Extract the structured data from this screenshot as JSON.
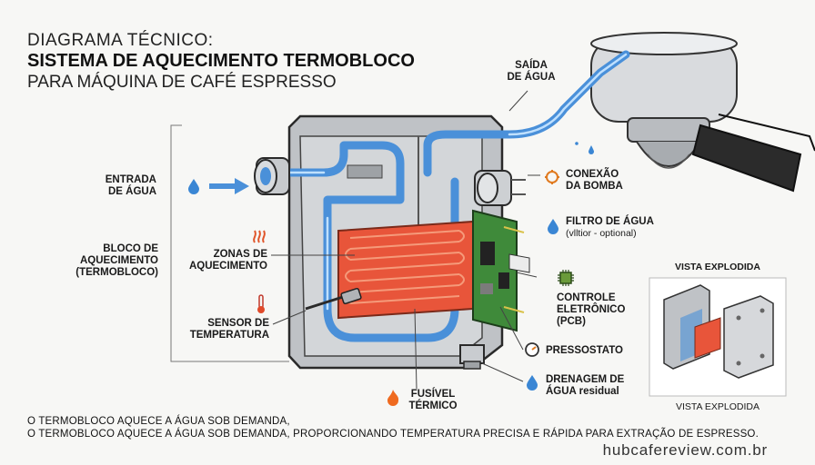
{
  "title": {
    "line1": "DIAGRAMA TÉCNICO:",
    "line2": "SISTEMA DE AQUECIMENTO TERMOBLOCO",
    "line3": "PARA MÁQUINA DE CAFÉ ESPRESSO"
  },
  "labels": {
    "saida": [
      "SAÍDA",
      "DE ÁGUA"
    ],
    "entrada": [
      "ENTRADA",
      "DE ÁGUA"
    ],
    "bloco": [
      "BLOCO DE",
      "AQUECIMENTO",
      "(TERMOBLOCO)"
    ],
    "zonas": [
      "ZONAS DE",
      "AQUECIMENTO"
    ],
    "sensor": [
      "SENSOR DE",
      "TEMPERATURA"
    ],
    "fusivel": [
      "FUSÍVEL",
      "TÉRMICO"
    ],
    "conexao": [
      "CONEXÃO",
      "DA BOMBA"
    ],
    "filtro": "FILTRO DE ÁGUA",
    "filtro_sub": "(vlltior - optional)",
    "controle": [
      "CONTROLE",
      "ELETRÔNICO",
      "(PCB)"
    ],
    "pressostato": "PRESSOSTATO",
    "drenagem": [
      "DRENAGEM DE",
      "ÁGUA residual"
    ],
    "vista_top": "VISTA EXPLODIDA",
    "vista_bottom": "VISTA EXPLODIDA"
  },
  "footer": {
    "line1": "O TERMOBLOCO AQUECE A ÁGUA SOB DEMANDA,",
    "line2": "O TERMOBLOCO AQUECE A ÁGUA SOB DEMANDA, PROPORCIONANDO TEMPERATURA PRECISA E RÁPIDA PARA EXTRAÇÃO DE ESPRESSO."
  },
  "url": "hubcafereview.com.br",
  "colors": {
    "water": "#4a90d9",
    "heater": "#e8553a",
    "pcb": "#3f8a3a",
    "metal": "#c9ccd0",
    "icon_orange": "#e07a1f"
  }
}
